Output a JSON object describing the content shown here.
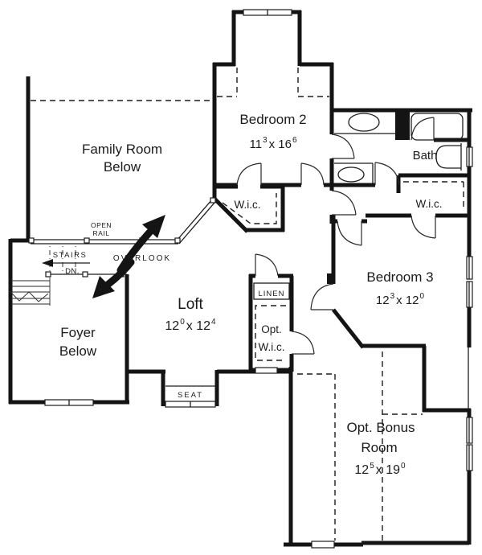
{
  "colors": {
    "ink": "#141414",
    "paper": "#ffffff"
  },
  "rooms": {
    "family_room": {
      "line1": "Family Room",
      "line2": "Below"
    },
    "foyer": {
      "line1": "Foyer",
      "line2": "Below"
    },
    "bedroom2": {
      "name": "Bedroom 2",
      "dim_a": "11",
      "dim_a_sup": "3",
      "dim_b": "x 16",
      "dim_b_sup": "6"
    },
    "bedroom3": {
      "name": "Bedroom 3",
      "dim_a": "12",
      "dim_a_sup": "3",
      "dim_b": "x 12",
      "dim_b_sup": "0"
    },
    "loft": {
      "name": "Loft",
      "dim_a": "12",
      "dim_a_sup": "0",
      "dim_b": "x 12",
      "dim_b_sup": "4"
    },
    "bonus": {
      "line1": "Opt. Bonus",
      "line2": "Room",
      "dim_a": "12",
      "dim_a_sup": "5",
      "dim_b": "x 19",
      "dim_b_sup": "0"
    },
    "bath": {
      "name": "Bath"
    },
    "wic_bedroom2": {
      "name": "W.i.c."
    },
    "wic_bedroom3": {
      "name": "W.i.c."
    },
    "opt_wic": {
      "line1": "Opt.",
      "line2": "W.i.c."
    },
    "linen": {
      "name": "LINEN"
    }
  },
  "annotations": {
    "open_rail_line1": "OPEN",
    "open_rail_line2": "RAIL",
    "stairs": "STAIRS",
    "down": "DN.",
    "overlook": "OVERLOOK",
    "seat": "SEAT"
  }
}
